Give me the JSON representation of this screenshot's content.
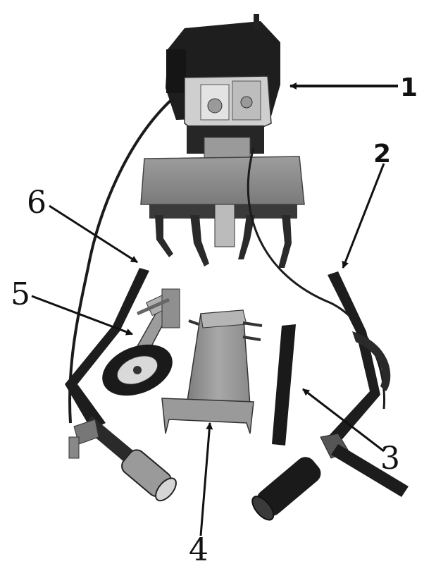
{
  "callouts": {
    "c1": "1",
    "c2": "2",
    "c3": "3",
    "c4": "4",
    "c5": "5",
    "c6": "6"
  },
  "colors": {
    "ink": "#111111",
    "engine_dark": "#1e1e1e",
    "metal_grey": "#8c8c8c",
    "metal_light": "#b4b4b4",
    "handle_grip": "#9a9a9a"
  }
}
